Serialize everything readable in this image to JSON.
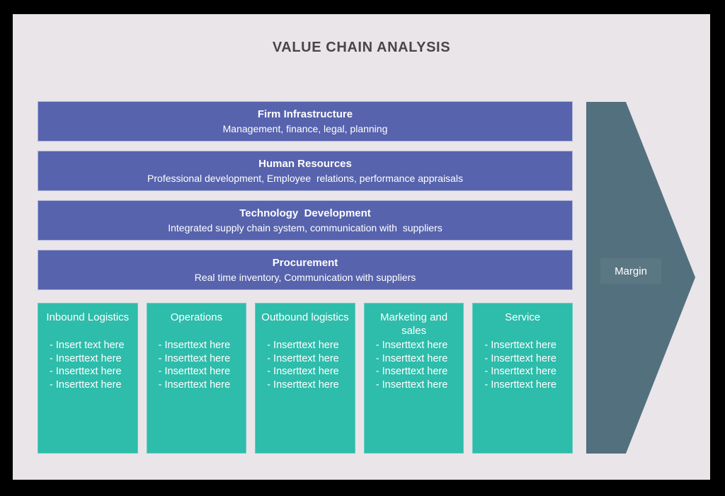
{
  "title": "VALUE CHAIN ANALYSIS",
  "colors": {
    "frame": "#000000",
    "background": "#e9e5e9",
    "support_bar": "#5763ad",
    "support_bar_border": "#aeb3d8",
    "primary_box": "#2ebcab",
    "margin_arrow": "#53707e",
    "title_text": "#48464b",
    "box_text": "#ffffff"
  },
  "support_activities": [
    {
      "title": "Firm Infrastructure",
      "subtitle": "Management, finance, legal, planning"
    },
    {
      "title": "Human Resources",
      "subtitle": "Professional development, Employee  relations, performance appraisals"
    },
    {
      "title": "Technology  Development",
      "subtitle": "Integrated supply chain system, communication with  suppliers"
    },
    {
      "title": "Procurement",
      "subtitle": "Real time inventory, Communication with suppliers"
    }
  ],
  "primary_activities": [
    {
      "title": "Inbound Logistics",
      "items": [
        "- Insert text here",
        "- Inserttext here",
        "- Inserttext here",
        "- Inserttext here"
      ]
    },
    {
      "title": "Operations",
      "items": [
        "- Inserttext here",
        "- Inserttext here",
        "- Inserttext here",
        "- Inserttext here"
      ]
    },
    {
      "title": "Outbound logistics",
      "items": [
        "- Inserttext here",
        "- Inserttext here",
        "- Inserttext here",
        "- Inserttext here"
      ]
    },
    {
      "title": "Marketing and sales",
      "items": [
        "- Inserttext here",
        "- Inserttext here",
        "- Inserttext here",
        "- Inserttext here"
      ]
    },
    {
      "title": "Service",
      "items": [
        "- Inserttext here",
        "- Inserttext here",
        "- Inserttext here",
        "- Inserttext here"
      ]
    }
  ],
  "margin_label": "Margin"
}
